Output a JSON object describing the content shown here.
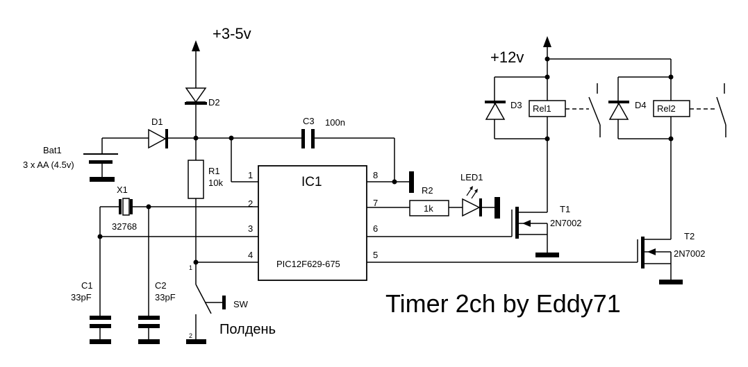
{
  "power": {
    "v_logic": "+3-5v",
    "v_relay": "+12v",
    "color": "#0000ff"
  },
  "battery": {
    "ref": "Bat1",
    "value": "3 x AA (4.5v)"
  },
  "diodes": {
    "d1": "D1",
    "d2": "D2",
    "d3": "D3",
    "d4": "D4"
  },
  "capacitors": {
    "c3_ref": "C3",
    "c3_value": "100n",
    "c1_ref": "C1",
    "c1_value": "33pF",
    "c2_ref": "C2",
    "c2_value": "33pF"
  },
  "resistors": {
    "r1_ref": "R1",
    "r1_value": "10k",
    "r2_ref": "R2",
    "r2_value": "1k"
  },
  "crystal": {
    "ref": "X1",
    "value": "32768"
  },
  "ic": {
    "ref": "IC1",
    "part": "PIC12F629-675",
    "pins": [
      "1",
      "2",
      "3",
      "4",
      "5",
      "6",
      "7",
      "8"
    ]
  },
  "led": {
    "ref": "LED1"
  },
  "transistors": {
    "t1_ref": "T1",
    "t1_part": "2N7002",
    "t2_ref": "T2",
    "t2_part": "2N7002"
  },
  "relays": {
    "rel1": "Rel1",
    "rel2": "Rel2"
  },
  "switch": {
    "ref": "SW",
    "label": "Полдень",
    "pin1": "1",
    "pin2": "2",
    "label_color": "#0000ff"
  },
  "title": {
    "text": "Timer 2ch by Eddy71",
    "color": "#00c8e6"
  }
}
